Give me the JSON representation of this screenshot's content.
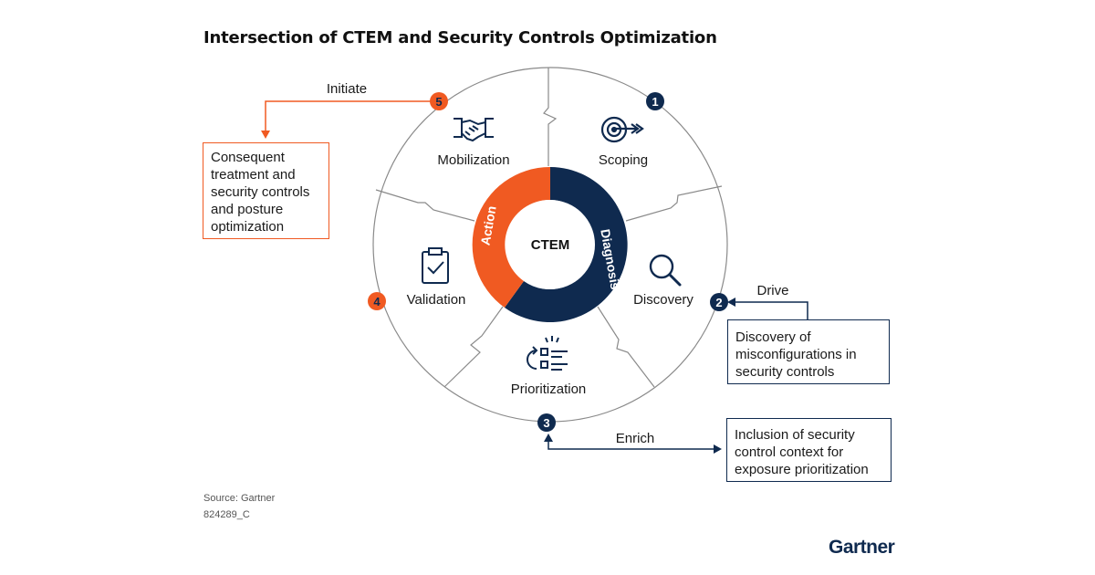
{
  "title": "Intersection of CTEM and Security Controls Optimization",
  "center_label": "CTEM",
  "ring": {
    "action": "Action",
    "diagnosis": "Diagnosis"
  },
  "stages": [
    {
      "number": "1",
      "label": "Scoping",
      "icon": "target-icon"
    },
    {
      "number": "2",
      "label": "Discovery",
      "icon": "magnifier-icon"
    },
    {
      "number": "3",
      "label": "Prioritization",
      "icon": "priority-list-icon"
    },
    {
      "number": "4",
      "label": "Validation",
      "icon": "clipboard-check-icon"
    },
    {
      "number": "5",
      "label": "Mobilization",
      "icon": "handshake-icon"
    }
  ],
  "connectors": {
    "initiate": "Initiate",
    "drive": "Drive",
    "enrich": "Enrich"
  },
  "boxes": {
    "consequent": "Consequent treatment and security controls and posture optimization",
    "discovery": "Discovery of misconfigurations in security controls",
    "inclusion": "Inclusion of security control context for exposure prioritization"
  },
  "source": "Source: Gartner",
  "code": "824289_C",
  "logo": "Gartner",
  "colors": {
    "navy": "#0f2a4f",
    "orange": "#f05a22",
    "outline": "#8a8a8a"
  }
}
